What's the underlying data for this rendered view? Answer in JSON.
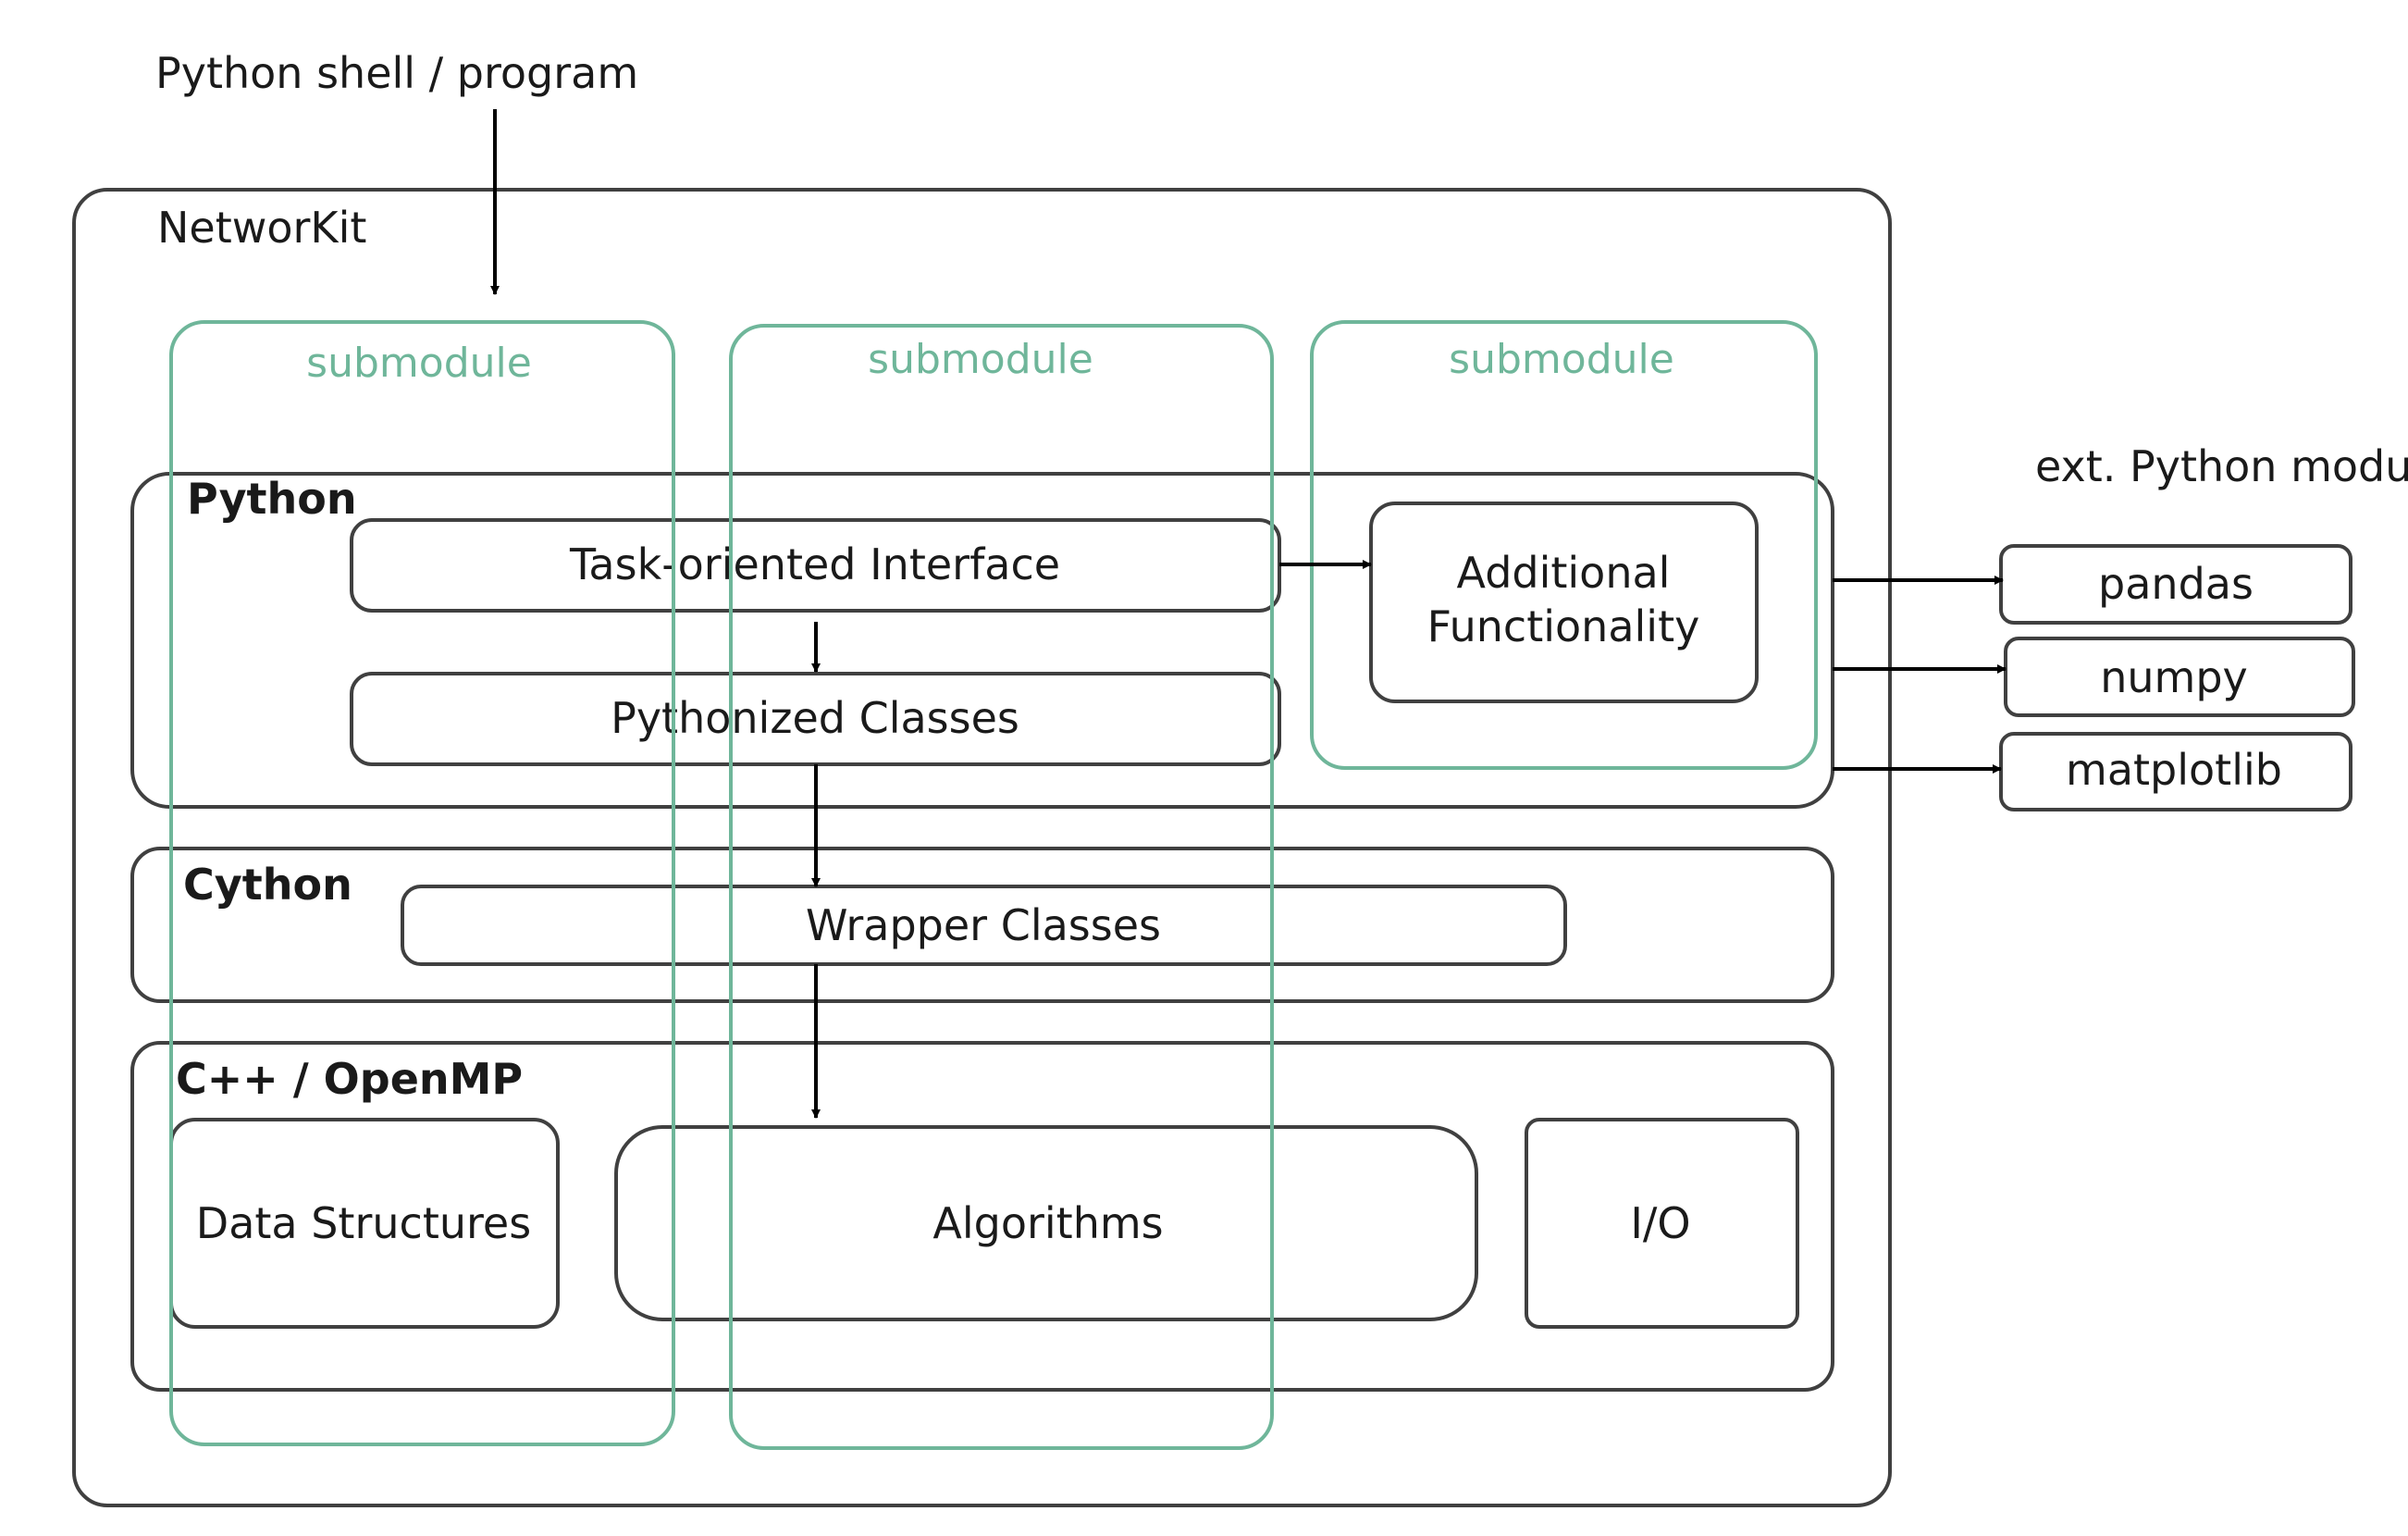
{
  "entry_label": "Python shell / program",
  "framework_label": "NetworKit",
  "submodule_label": "submodule",
  "layers": {
    "python": "Python",
    "cython": "Cython",
    "cpp": "C++ / OpenMP"
  },
  "components": {
    "task_interface": "Task-oriented Interface",
    "pythonized_classes": "Pythonized Classes",
    "additional_line1": "Additional",
    "additional_line2": "Functionality",
    "wrapper_classes": "Wrapper Classes",
    "data_structures": "Data Structures",
    "algorithms": "Algorithms",
    "io": "I/O"
  },
  "external": {
    "title": "ext. Python modules",
    "modules": [
      "pandas",
      "numpy",
      "matplotlib"
    ]
  },
  "colors": {
    "submodule": "#6fb69a",
    "box_stroke": "#404040",
    "arrow": "#000000"
  }
}
